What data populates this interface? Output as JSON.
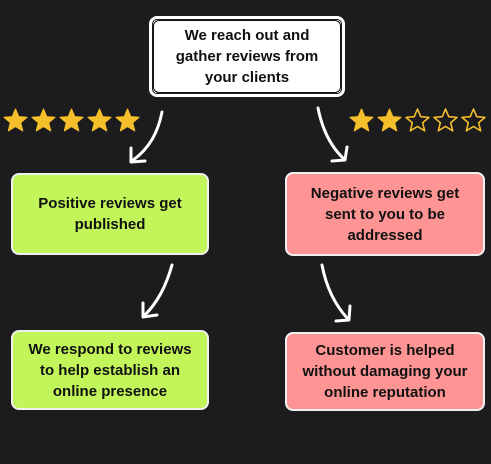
{
  "top_box": {
    "lines": [
      "We reach out and",
      "gather reviews from",
      "your clients"
    ]
  },
  "positive_box": {
    "lines": [
      "Positive reviews get",
      "published"
    ]
  },
  "negative_box": {
    "lines": [
      "Negative reviews get",
      "sent to you to be",
      "addressed"
    ]
  },
  "respond_box": {
    "lines": [
      "We respond to reviews",
      "to help establish an",
      "online presence"
    ]
  },
  "customer_box": {
    "lines": [
      "Customer is helped",
      "without damaging your",
      "online reputation"
    ]
  },
  "ratings": {
    "left": {
      "filled": 5,
      "total": 5
    },
    "right": {
      "filled": 2,
      "total": 5
    }
  },
  "colors": {
    "background": "#1c1b1d",
    "positive": "#c2f55a",
    "negative": "#ff9494",
    "star": "#f5bf2b",
    "arrow": "#ffffff"
  }
}
